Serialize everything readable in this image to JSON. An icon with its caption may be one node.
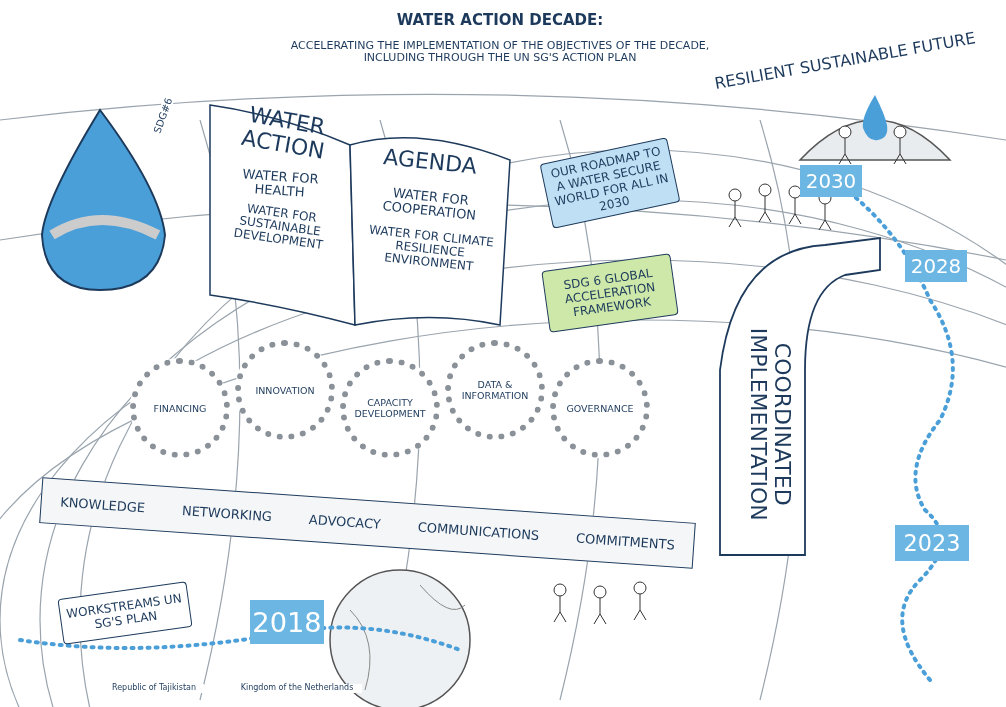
{
  "diagram": {
    "title": "WATER ACTION DECADE:",
    "nodes": [
      {
        "text": [
          "2030"
        ]
      },
      {
        "text": [
          "2028"
        ]
      },
      {
        "text": [
          "2023"
        ]
      },
      {
        "text": [
          "2018"
        ]
      },
      {
        "text": [
          "OUR ROADMAP TO A WATER SECURE WORLD FOR ALL IN 2030"
        ]
      },
      {
        "text": [
          "FINANCING"
        ]
      },
      {
        "text": [
          "INNOVATION"
        ]
      },
      {
        "text": [
          "CAPACITY DEVELOPMENT"
        ]
      },
      {
        "text": [
          "DATA & INFORMATION"
        ]
      },
      {
        "text": [
          "GOVERNANCE"
        ]
      },
      {
        "text": [
          "SDG 6 GLOBAL ACCELERATION FRAMEWORK"
        ]
      },
      {
        "text": [
          "WORKSTREAMS UN SG'S PLAN"
        ]
      },
      {
        "text": [
          "KNOWLEDGE",
          "NETWORKING",
          "ADVOCACY",
          "COMMUNICATIONS",
          "COMMITMENTS"
        ]
      },
      {
        "text": [
          "COORDINATED IMPLEMENTATION"
        ]
      },
      {
        "text": [
          "WATER ACTION",
          "AGENDA",
          "WATER FOR HEALTH",
          "WATER FOR SUSTAINABLE DEVELOPMENT",
          "WATER FOR COOPERATION",
          "WATER FOR CLIMATE RESILIENCE ENVIRONMENT"
        ]
      }
    ],
    "labels": [
      "ACCELERATING THE IMPLEMENTATION OF THE OBJECTIVES OF THE DECADE, INCLUDING THROUGH THE UN SG'S ACTION PLAN",
      "RESILIENT SUSTAINABLE FUTURE",
      "SDG#6",
      "Republic of Tajikistan",
      "Kingdom of the Netherlands"
    ]
  }
}
